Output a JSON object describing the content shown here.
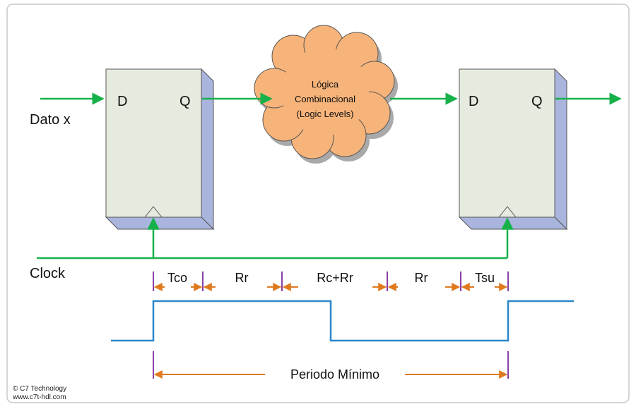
{
  "diagram": {
    "left_ff": {
      "d_label": "D",
      "q_label": "Q"
    },
    "right_ff": {
      "d_label": "D",
      "q_label": "Q"
    },
    "data_input_label": "Dato x",
    "clock_label": "Clock",
    "cloud_lines": [
      "Lógica",
      "Combinacional",
      "(Logic Levels)"
    ],
    "segments": [
      "Tco",
      "Rr",
      "Rc+Rr",
      "Rr",
      "Tsu"
    ],
    "period_label": "Periodo Mínimo",
    "credits": [
      "© C7 Technology",
      "www.c7t-hdl.com"
    ]
  },
  "colors": {
    "signal": "#16b14a",
    "clock_wave": "#2a86c9",
    "timing_arrow": "#e07a1f",
    "marker": "#8a3fa6",
    "cloud_fill": "#f7b47a",
    "cloud_shadow": "#a9a9a9",
    "ff_face": "#e6ebdf",
    "ff_side": "#a9b5dd"
  }
}
